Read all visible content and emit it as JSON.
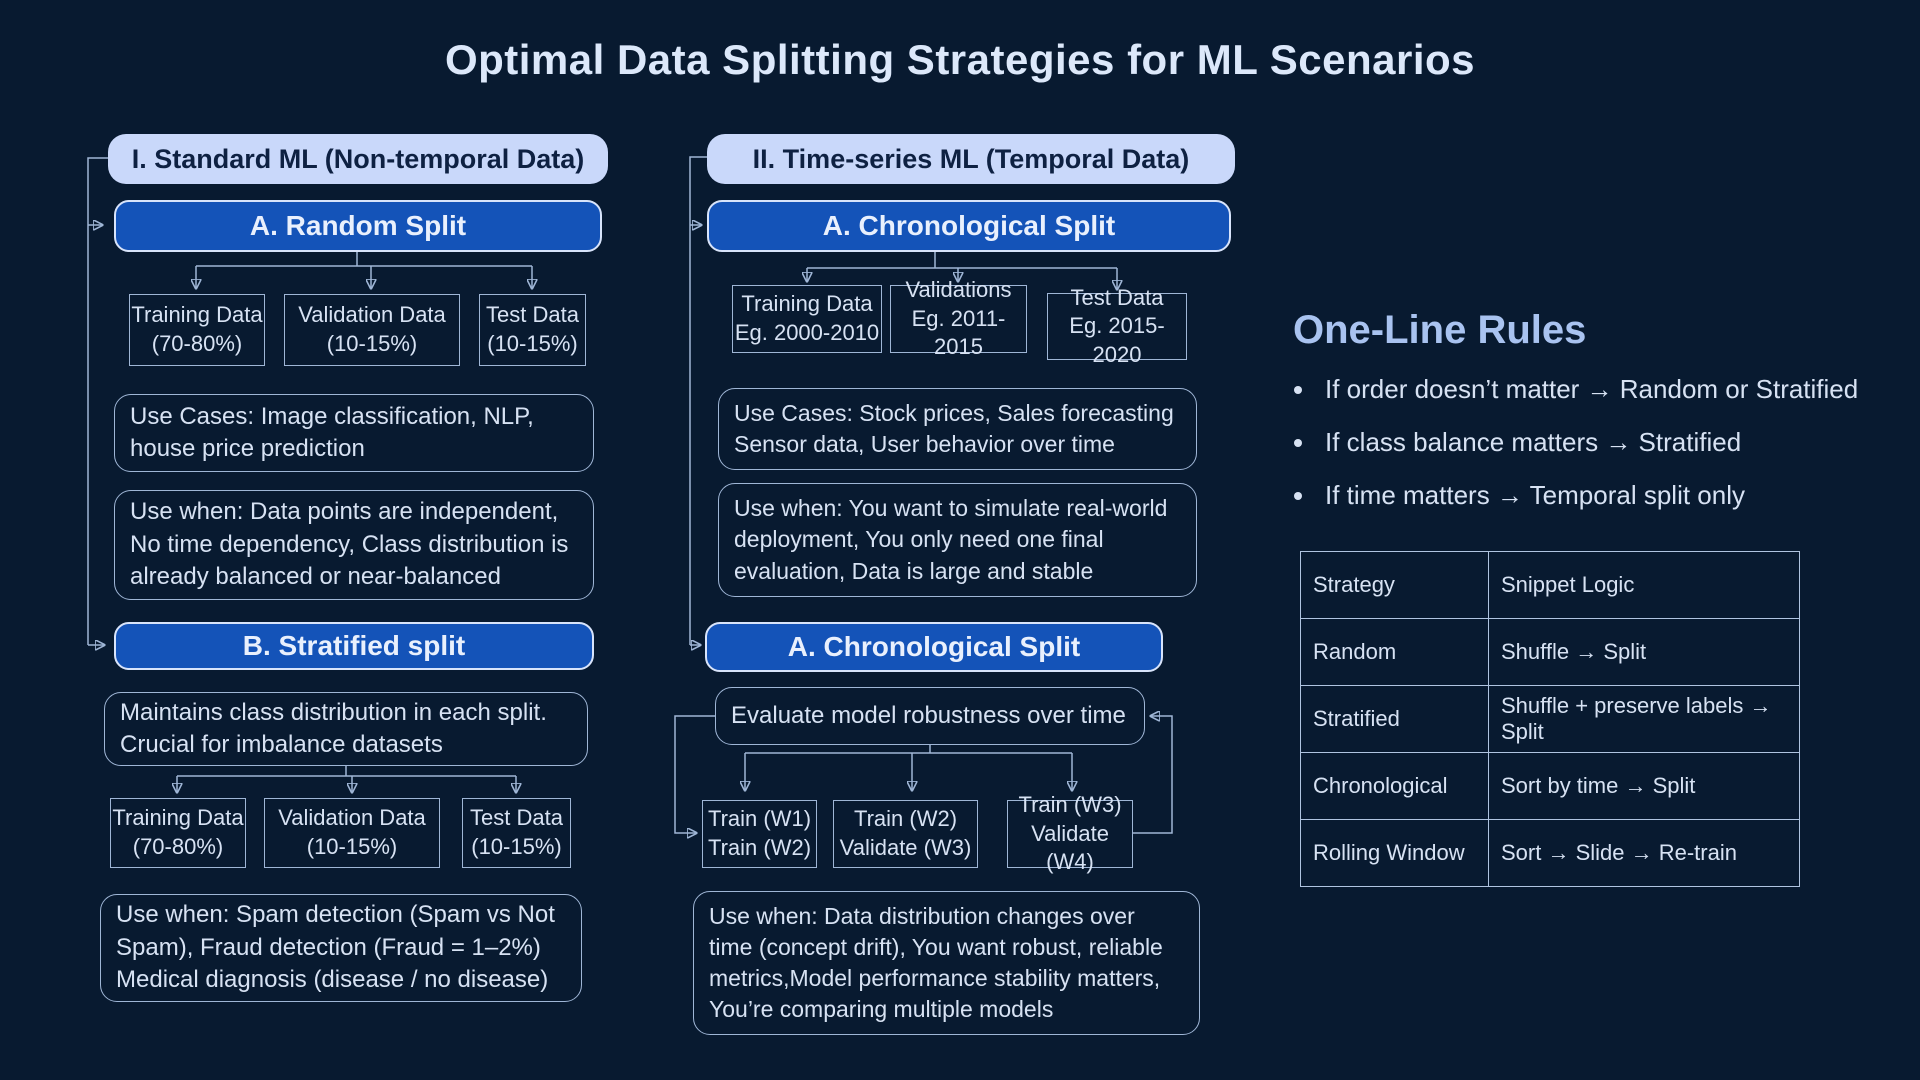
{
  "title": "Optimal Data Splitting Strategies for ML Scenarios",
  "colors": {
    "background": "#081a30",
    "light_pill_bg": "#c9d8fa",
    "light_pill_text": "#0e2142",
    "blue_pill_bg": "#1453b8",
    "blue_pill_border": "#d8e4fb",
    "box_border": "#9fb6d6",
    "text_light": "#d7e2f3",
    "heading_accent": "#a9c3f0"
  },
  "standard_ml": {
    "header": "I. Standard ML (Non-temporal Data)",
    "random": {
      "header": "A. Random Split",
      "splits": [
        {
          "label": "Training Data",
          "detail": "(70-80%)"
        },
        {
          "label": "Validation Data",
          "detail": "(10-15%)"
        },
        {
          "label": "Test Data",
          "detail": "(10-15%)"
        }
      ],
      "use_cases": "Use Cases: Image classification, NLP, house price prediction",
      "use_when": "Use when: Data points are independent, No time dependency, Class distribution is already balanced or near-balanced"
    },
    "stratified": {
      "header": "B. Stratified split",
      "description": "Maintains class distribution in each split. Crucial for imbalance datasets",
      "splits": [
        {
          "label": "Training Data",
          "detail": "(70-80%)"
        },
        {
          "label": "Validation Data",
          "detail": "(10-15%)"
        },
        {
          "label": "Test Data",
          "detail": "(10-15%)"
        }
      ],
      "use_when": "Use when: Spam detection (Spam vs Not Spam), Fraud detection (Fraud = 1–2%) Medical diagnosis (disease / no disease)"
    }
  },
  "timeseries_ml": {
    "header": "II. Time-series ML (Temporal Data)",
    "chronological": {
      "header": "A. Chronological Split",
      "splits": [
        {
          "label": "Training Data",
          "detail": "Eg. 2000-2010"
        },
        {
          "label": "Validations",
          "detail": "Eg. 2011-2015"
        },
        {
          "label": "Test Data",
          "detail": "Eg. 2015-2020"
        }
      ],
      "use_cases": "Use Cases: Stock prices, Sales forecasting Sensor data, User behavior over time",
      "use_when": "Use when: You want to simulate real-world deployment, You only need one final evaluation, Data is large and stable"
    },
    "rolling": {
      "header": "A. Chronological Split",
      "description": "Evaluate model robustness over time",
      "windows": [
        {
          "line1": "Train (W1)",
          "line2": "Train (W2)"
        },
        {
          "line1": "Train (W2)",
          "line2": "Validate (W3)"
        },
        {
          "line1": "Train (W3)",
          "line2": "Validate (W4)"
        }
      ],
      "use_when": "Use when: Data distribution changes over time (concept drift), You want robust, reliable metrics,Model performance stability matters, You’re comparing multiple models"
    }
  },
  "rules": {
    "heading": "One-Line Rules",
    "bullets": [
      "If order doesn’t matter → Random or Stratified",
      "If class balance matters → Stratified",
      "If time matters → Temporal split only"
    ]
  },
  "table": {
    "headers": [
      "Strategy",
      "Snippet Logic"
    ],
    "rows": [
      [
        "Random",
        "Shuffle → Split"
      ],
      [
        "Stratified",
        "Shuffle + preserve labels → Split"
      ],
      [
        "Chronological",
        "Sort by time → Split"
      ],
      [
        "Rolling Window",
        "Sort → Slide → Re-train"
      ]
    ]
  }
}
